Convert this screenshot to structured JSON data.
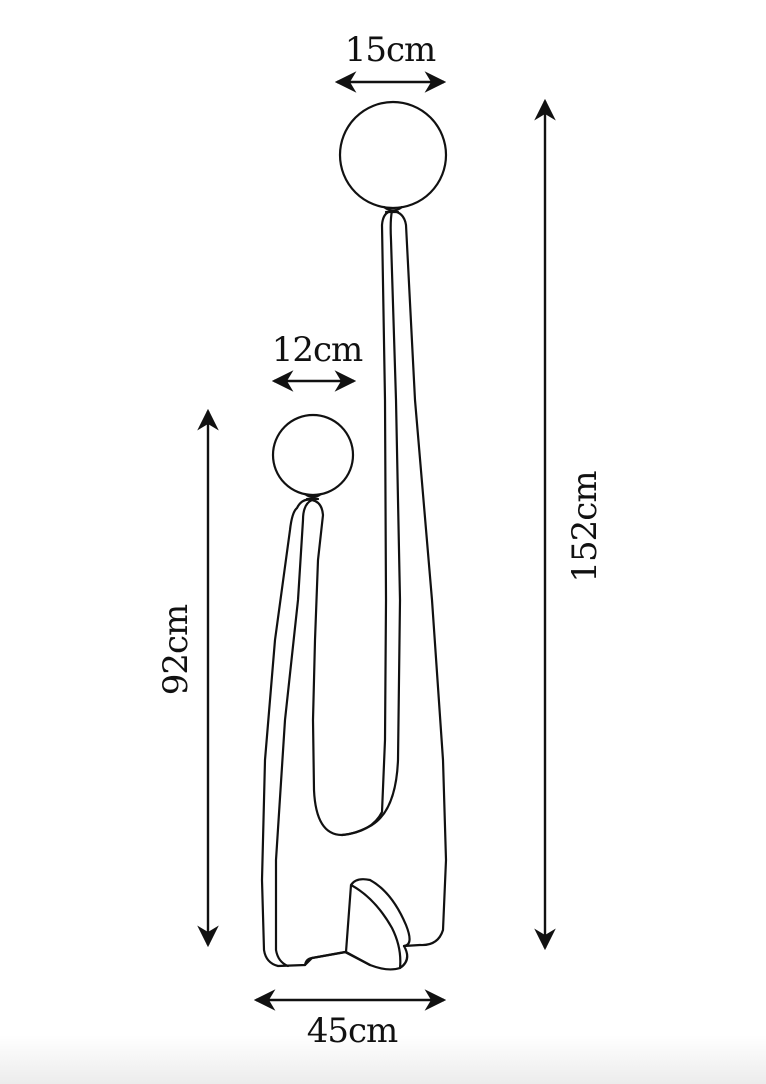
{
  "dimensions": {
    "large_globe_diameter": "15cm",
    "small_globe_diameter": "12cm",
    "small_lamp_height": "92cm",
    "tall_lamp_height": "152cm",
    "base_width": "45cm"
  },
  "colors": {
    "line": "#111111",
    "background": "#ffffff"
  }
}
